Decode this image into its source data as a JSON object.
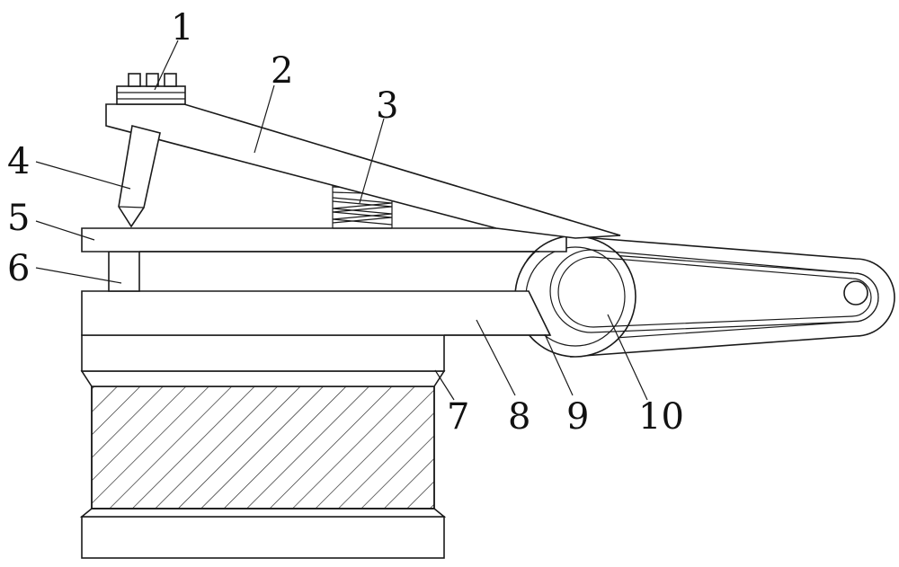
{
  "diagram": {
    "type": "mechanical-patent-drawing",
    "line_color": "#1a1a1a",
    "background_color": "#ffffff",
    "callouts": [
      {
        "id": "1",
        "label": "1",
        "part": "bolt-head"
      },
      {
        "id": "2",
        "label": "2",
        "part": "lever-arm"
      },
      {
        "id": "3",
        "label": "3",
        "part": "spring"
      },
      {
        "id": "4",
        "label": "4",
        "part": "punch-pin"
      },
      {
        "id": "5",
        "label": "5",
        "part": "upper-plate"
      },
      {
        "id": "6",
        "label": "6",
        "part": "support-post"
      },
      {
        "id": "7",
        "label": "7",
        "part": "hatched-base"
      },
      {
        "id": "8",
        "label": "8",
        "part": "base-arm"
      },
      {
        "id": "9",
        "label": "9",
        "part": "pivot-disc"
      },
      {
        "id": "10",
        "label": "10",
        "part": "handle"
      }
    ]
  }
}
